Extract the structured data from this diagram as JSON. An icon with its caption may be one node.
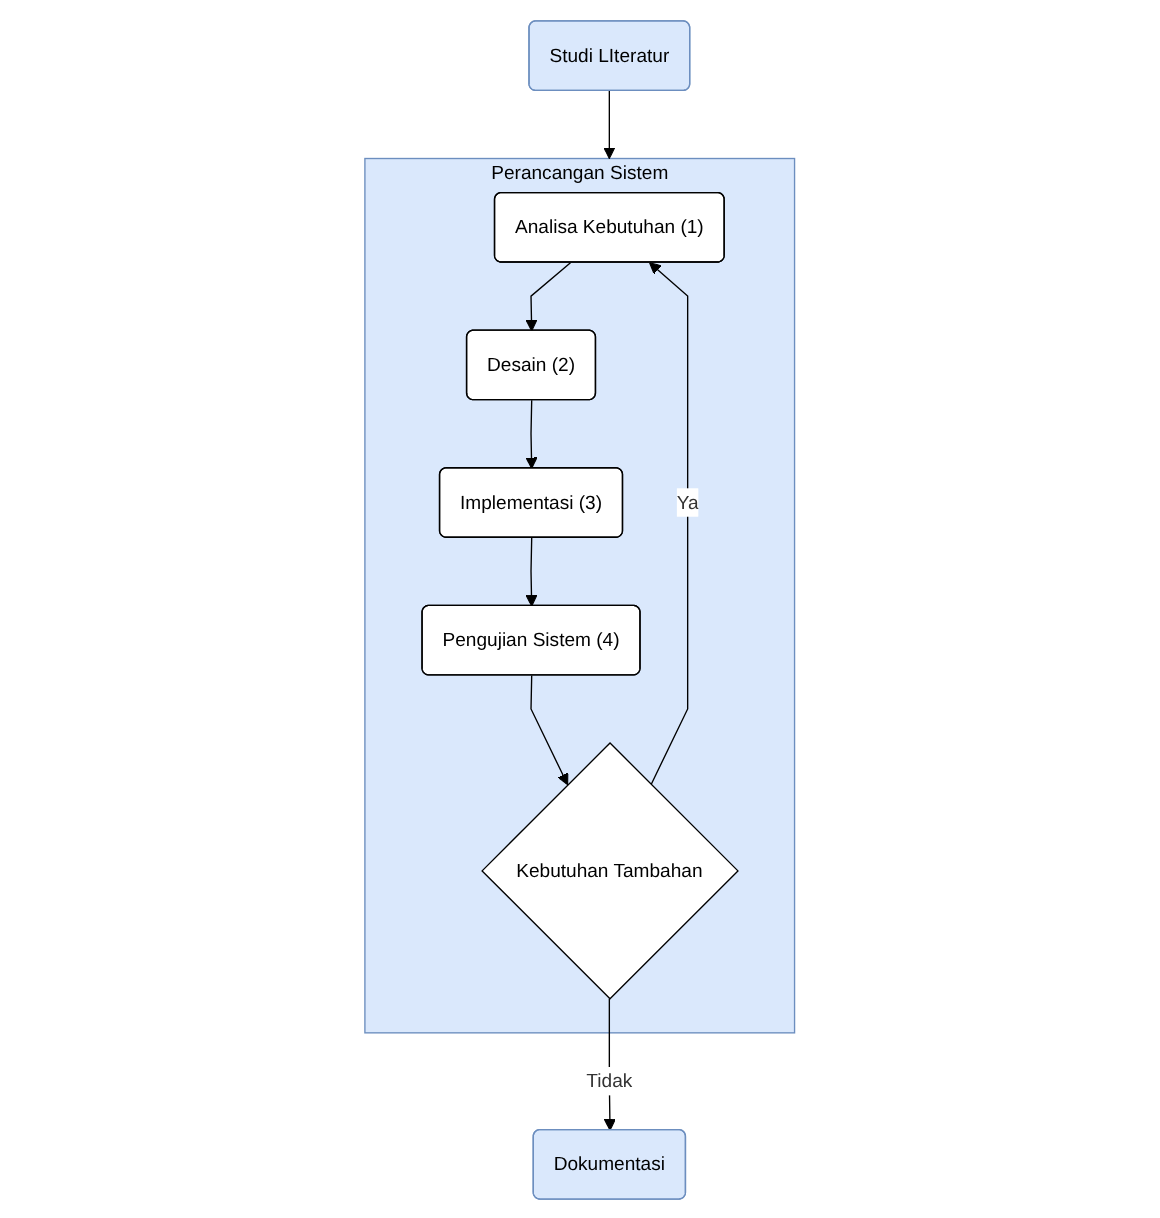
{
  "diagram": {
    "nodes": [
      {
        "text": [
          "Studi LIteratur"
        ]
      },
      {
        "text": [
          "Perancangan Sistem"
        ]
      },
      {
        "text": [
          "Analisa Kebutuhan (1)"
        ],
        "in": 1
      },
      {
        "text": [
          "Desain (2)"
        ],
        "in": 1
      },
      {
        "text": [
          "Implementasi (3)"
        ],
        "in": 1
      },
      {
        "text": [
          "Pengujian Sistem (4)"
        ],
        "in": 1
      },
      {
        "text": [
          "Kebutuhan Tambahan"
        ],
        "in": 1
      },
      {
        "text": [
          "Dokumentasi"
        ]
      }
    ],
    "edges": [
      {
        "from": 0,
        "to": 1,
        "arrow": "to"
      },
      {
        "from": 2,
        "to": 3,
        "arrow": "to"
      },
      {
        "from": 3,
        "to": 4,
        "arrow": "to"
      },
      {
        "from": 4,
        "to": 5,
        "arrow": "to"
      },
      {
        "from": 5,
        "to": 6,
        "arrow": "to"
      },
      {
        "from": 6,
        "to": 2,
        "arrow": "to",
        "label": "Ya"
      },
      {
        "from": 6,
        "to": 7,
        "arrow": "to",
        "label": "Tidak"
      }
    ]
  }
}
